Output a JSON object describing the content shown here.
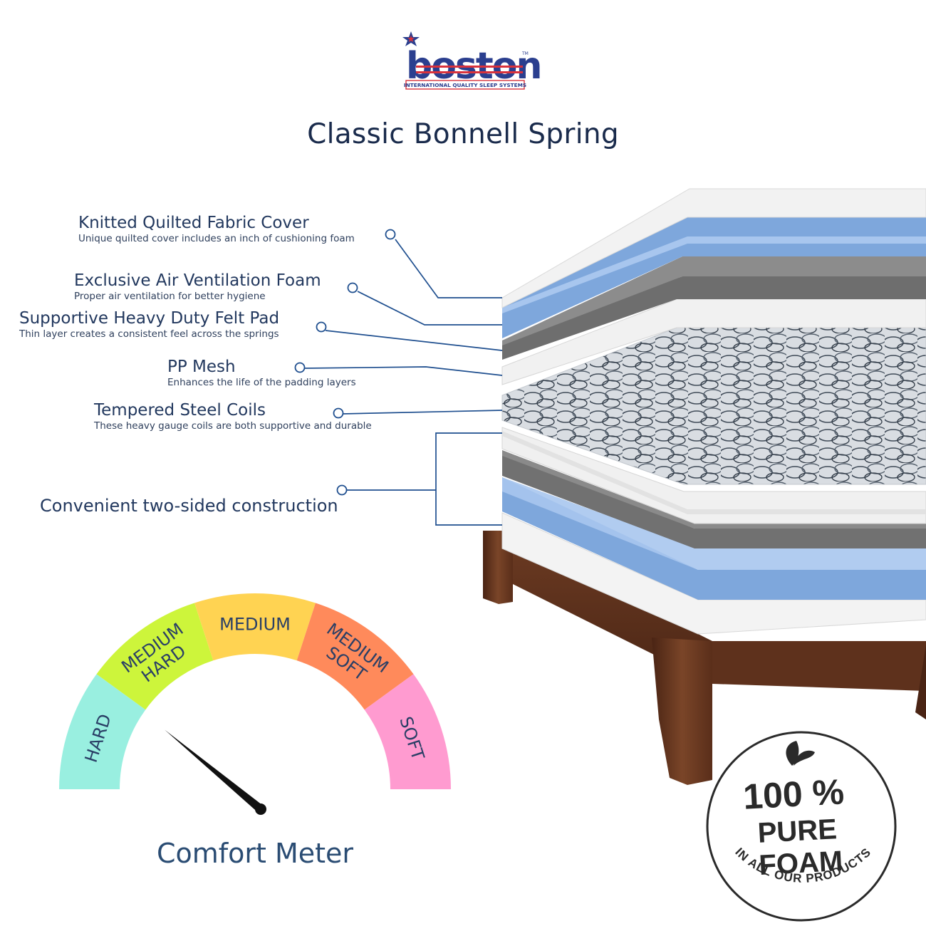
{
  "brand": {
    "logo_text": "boston",
    "trademark": "TM",
    "tagline": "INTERNATIONAL QUALITY SLEEP SYSTEMS"
  },
  "title": "Classic Bonnell Spring",
  "layers": [
    {
      "title": "Knitted Quilted Fabric Cover",
      "desc": "Unique quilted cover includes an inch of cushioning foam"
    },
    {
      "title": "Exclusive Air Ventilation Foam",
      "desc": "Proper air ventilation for better hygiene"
    },
    {
      "title": "Supportive Heavy Duty Felt Pad",
      "desc": "Thin layer creates a consistent feel across the springs"
    },
    {
      "title": "PP Mesh",
      "desc": "Enhances the life of the padding layers"
    },
    {
      "title": "Tempered Steel Coils",
      "desc": "These heavy gauge coils are both supportive and durable"
    }
  ],
  "two_sided": "Convenient two-sided construction",
  "meter": {
    "title": "Comfort Meter",
    "segments": [
      {
        "lines": [
          "HARD"
        ],
        "color": "#99efe0"
      },
      {
        "lines": [
          "MEDIUM",
          "HARD"
        ],
        "color": "#cdf53b"
      },
      {
        "lines": [
          "MEDIUM"
        ],
        "color": "#ffd352"
      },
      {
        "lines": [
          "MEDIUM",
          "SOFT"
        ],
        "color": "#ff8a5b"
      },
      {
        "lines": [
          "SOFT"
        ],
        "color": "#ff9bd0"
      }
    ],
    "level_fraction": 0.22
  },
  "badge": {
    "percent": "100 %",
    "line1": "PURE",
    "line2": "FOAM",
    "arc_text": "IN ALL OUR PRODUCTS",
    "icon": "leaf-icon"
  },
  "colors": {
    "navy": "#1a2b4c",
    "foam_blue": "#7ea7dc",
    "felt_gray": "#6f6f6f",
    "white_layer": "#f2f2f2",
    "wood": "#6a3b22"
  }
}
